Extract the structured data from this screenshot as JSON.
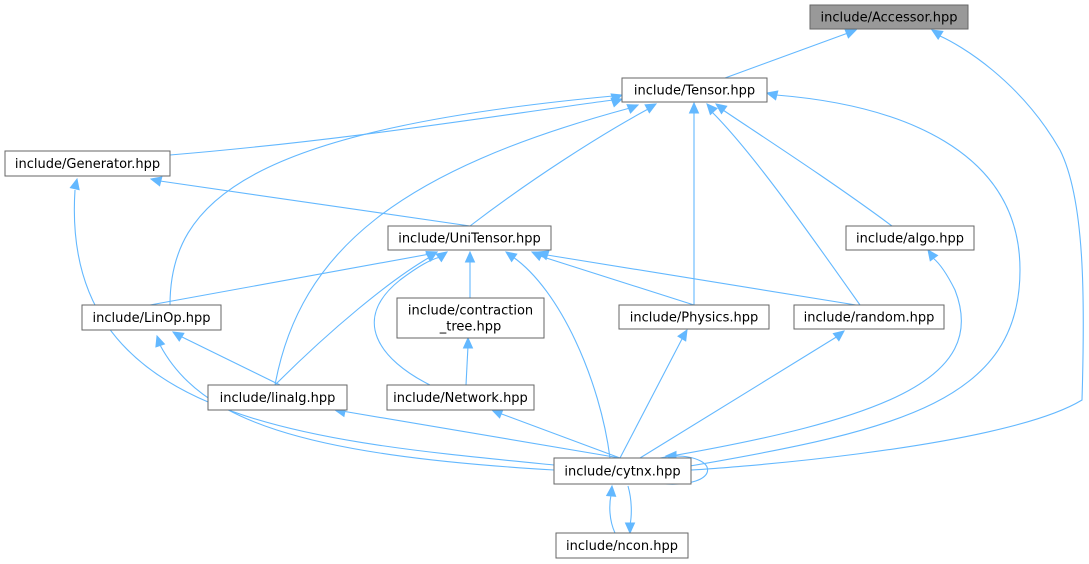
{
  "graph": {
    "title": "Include dependency graph for Accessor.hpp",
    "edge_color": "#63b8ff",
    "root_color": "#999999",
    "nodes": [
      {
        "id": "accessor",
        "label": "include/Accessor.hpp",
        "root": true
      },
      {
        "id": "tensor",
        "label": "include/Tensor.hpp"
      },
      {
        "id": "generator",
        "label": "include/Generator.hpp"
      },
      {
        "id": "unitensor",
        "label": "include/UniTensor.hpp"
      },
      {
        "id": "algo",
        "label": "include/algo.hpp"
      },
      {
        "id": "linop",
        "label": "include/LinOp.hpp"
      },
      {
        "id": "contraction",
        "label": "include/contraction\n_tree.hpp"
      },
      {
        "id": "physics",
        "label": "include/Physics.hpp"
      },
      {
        "id": "random",
        "label": "include/random.hpp"
      },
      {
        "id": "linalg",
        "label": "include/linalg.hpp"
      },
      {
        "id": "network",
        "label": "include/Network.hpp"
      },
      {
        "id": "cytnx",
        "label": "include/cytnx.hpp"
      },
      {
        "id": "ncon",
        "label": "include/ncon.hpp"
      }
    ],
    "edges": [
      [
        "tensor",
        "accessor"
      ],
      [
        "cytnx",
        "accessor"
      ],
      [
        "generator",
        "tensor"
      ],
      [
        "unitensor",
        "tensor"
      ],
      [
        "linop",
        "tensor"
      ],
      [
        "linalg",
        "tensor"
      ],
      [
        "physics",
        "tensor"
      ],
      [
        "random",
        "tensor"
      ],
      [
        "algo",
        "tensor"
      ],
      [
        "cytnx",
        "tensor"
      ],
      [
        "unitensor",
        "generator"
      ],
      [
        "cytnx",
        "generator"
      ],
      [
        "linop",
        "unitensor"
      ],
      [
        "contraction",
        "unitensor"
      ],
      [
        "linalg",
        "unitensor"
      ],
      [
        "network",
        "unitensor"
      ],
      [
        "physics",
        "unitensor"
      ],
      [
        "random",
        "unitensor"
      ],
      [
        "cytnx",
        "unitensor"
      ],
      [
        "network",
        "contraction"
      ],
      [
        "linalg",
        "linop"
      ],
      [
        "cytnx",
        "linop"
      ],
      [
        "cytnx",
        "linalg"
      ],
      [
        "cytnx",
        "network"
      ],
      [
        "cytnx",
        "physics"
      ],
      [
        "cytnx",
        "random"
      ],
      [
        "cytnx",
        "algo"
      ],
      [
        "cytnx",
        "cytnx"
      ],
      [
        "ncon",
        "cytnx"
      ],
      [
        "cytnx",
        "ncon"
      ]
    ]
  }
}
